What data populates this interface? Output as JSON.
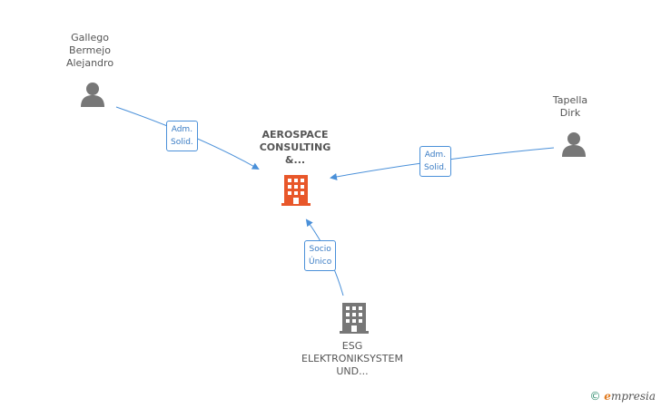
{
  "nodes": {
    "person_left": {
      "lines": [
        "Gallego",
        "Bermejo",
        "Alejandro"
      ]
    },
    "person_right": {
      "lines": [
        "Tapella",
        "Dirk"
      ]
    },
    "company_center": {
      "lines": [
        "AEROSPACE",
        "CONSULTING",
        "&..."
      ]
    },
    "company_bottom": {
      "lines": [
        "ESG",
        "ELEKTRONIKSYSTEM",
        "UND..."
      ]
    }
  },
  "edges": {
    "left_to_center": {
      "lines": [
        "Adm.",
        "Solid."
      ]
    },
    "right_to_center": {
      "lines": [
        "Adm.",
        "Solid."
      ]
    },
    "bottom_to_center": {
      "lines": [
        "Socio",
        "Único"
      ]
    }
  },
  "footer": {
    "copyright": "©",
    "brand_e": "e",
    "brand_rest": "mpresia"
  },
  "colors": {
    "edge": "#4a90d9",
    "person_icon": "#777777",
    "center_building": "#e8572a",
    "other_building": "#777777"
  },
  "icons": {
    "person": "person-icon",
    "building": "building-icon"
  }
}
